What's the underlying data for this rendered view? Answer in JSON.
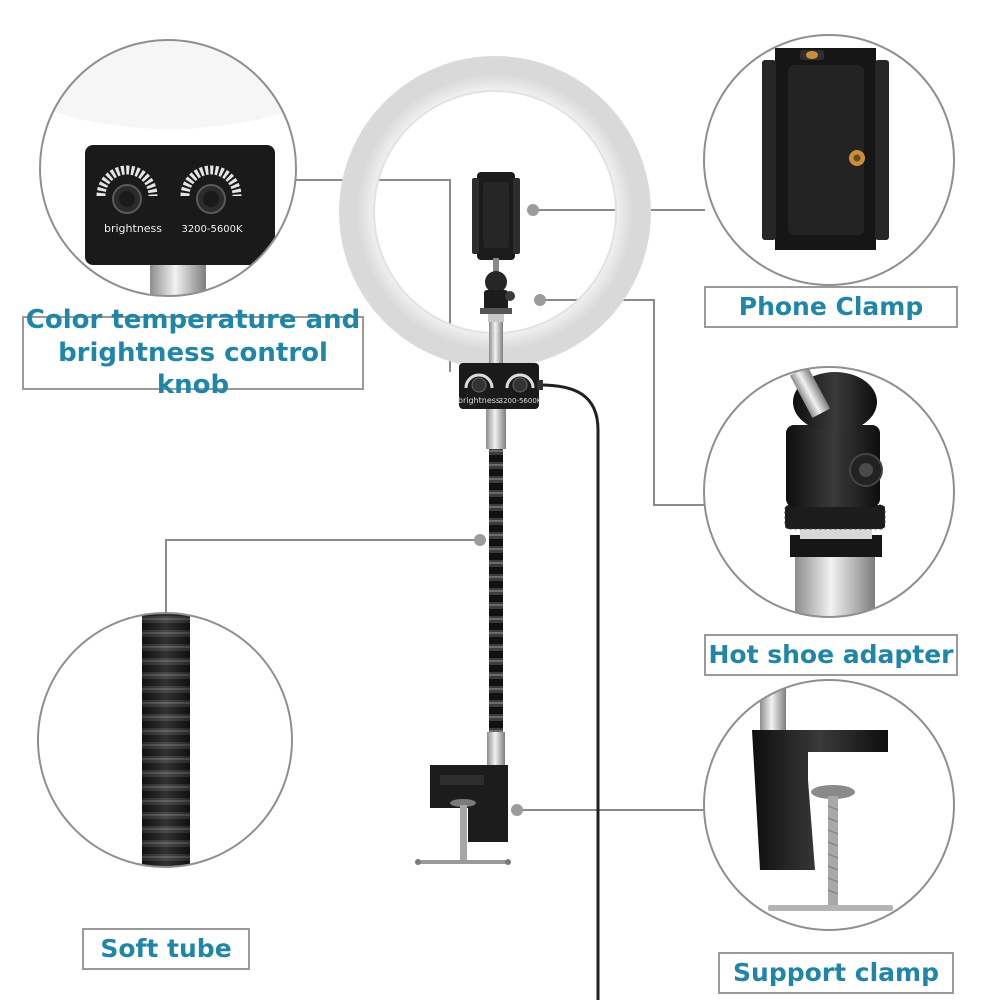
{
  "labels": {
    "knob_line1": "Color temperature and",
    "knob_line2": "brightness control knob",
    "phone_clamp": "Phone Clamp",
    "hot_shoe": "Hot shoe adapter",
    "soft_tube": "Soft tube",
    "support_clamp": "Support clamp"
  },
  "knob_panel": {
    "brightness": "brightness",
    "color_temp": "3200-5600K"
  },
  "colors": {
    "label_text": "#1f86a8",
    "label_border": "#9a9a9a",
    "leader_line": "#8a8a8a",
    "device_black": "#1a1a1a",
    "screw_brass": "#c98f3a"
  }
}
